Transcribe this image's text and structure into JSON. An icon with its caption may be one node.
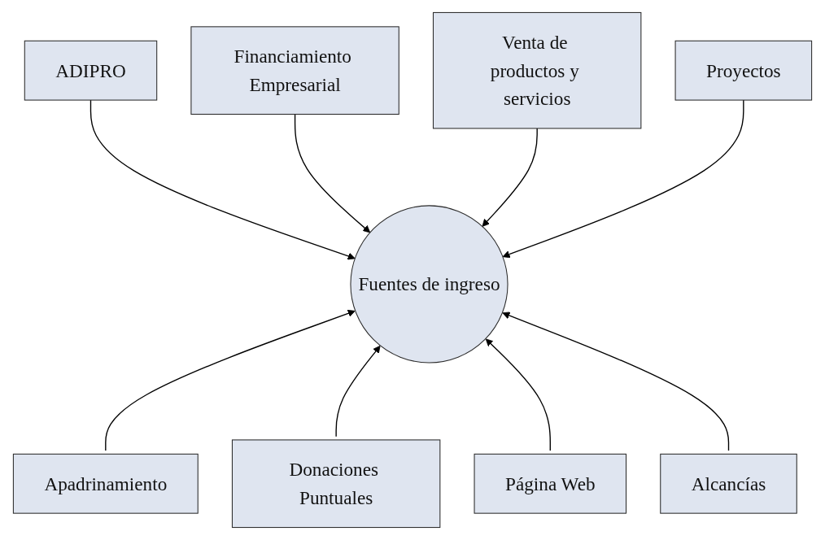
{
  "diagram": {
    "nodes": [
      {
        "text": [
          "ADIPRO"
        ]
      },
      {
        "text": [
          "Financiamiento Empresarial"
        ]
      },
      {
        "text": [
          "Venta de productos y servicios"
        ]
      },
      {
        "text": [
          "Proyectos"
        ]
      },
      {
        "text": [
          "Fuentes de ingreso"
        ]
      },
      {
        "text": [
          "Apadrinamiento"
        ]
      },
      {
        "text": [
          "Donaciones Puntuales"
        ]
      },
      {
        "text": [
          "Página Web"
        ]
      },
      {
        "text": [
          "Alcancías"
        ]
      }
    ],
    "edges": [
      {
        "from": 0,
        "to": 4,
        "arrow": "to"
      },
      {
        "from": 1,
        "to": 4,
        "arrow": "to"
      },
      {
        "from": 2,
        "to": 4,
        "arrow": "to"
      },
      {
        "from": 3,
        "to": 4,
        "arrow": "to"
      },
      {
        "from": 5,
        "to": 4,
        "arrow": "to"
      },
      {
        "from": 6,
        "to": 4,
        "arrow": "to"
      },
      {
        "from": 7,
        "to": 4,
        "arrow": "to"
      },
      {
        "from": 8,
        "to": 4,
        "arrow": "to"
      }
    ]
  }
}
